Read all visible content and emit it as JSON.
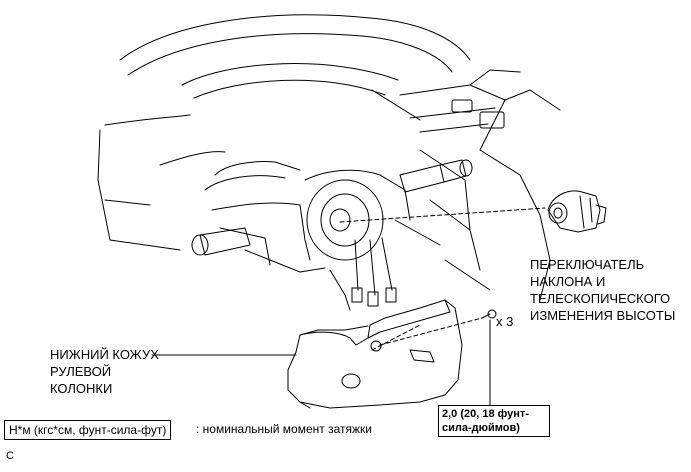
{
  "labels": {
    "switch": [
      "ПЕРЕКЛЮЧАТЕЛЬ",
      "НАКЛОНА И",
      "ТЕЛЕСКОПИЧЕСКОГО",
      "ИЗМЕНЕНИЯ ВЫСОТЫ"
    ],
    "cover": [
      "НИЖНИЙ КОЖУХ",
      "РУЛЕВОЙ",
      "КОЛОНКИ"
    ],
    "screw_count": "x 3",
    "torque_value": [
      "2,0 (20, 18 фунт-",
      "сила-дюймов)"
    ]
  },
  "legend": {
    "unit_box": "Н*м (кгс*см, фунт-сила-фут)",
    "description": ": номинальный момент затяжки"
  },
  "figure_code": "C"
}
